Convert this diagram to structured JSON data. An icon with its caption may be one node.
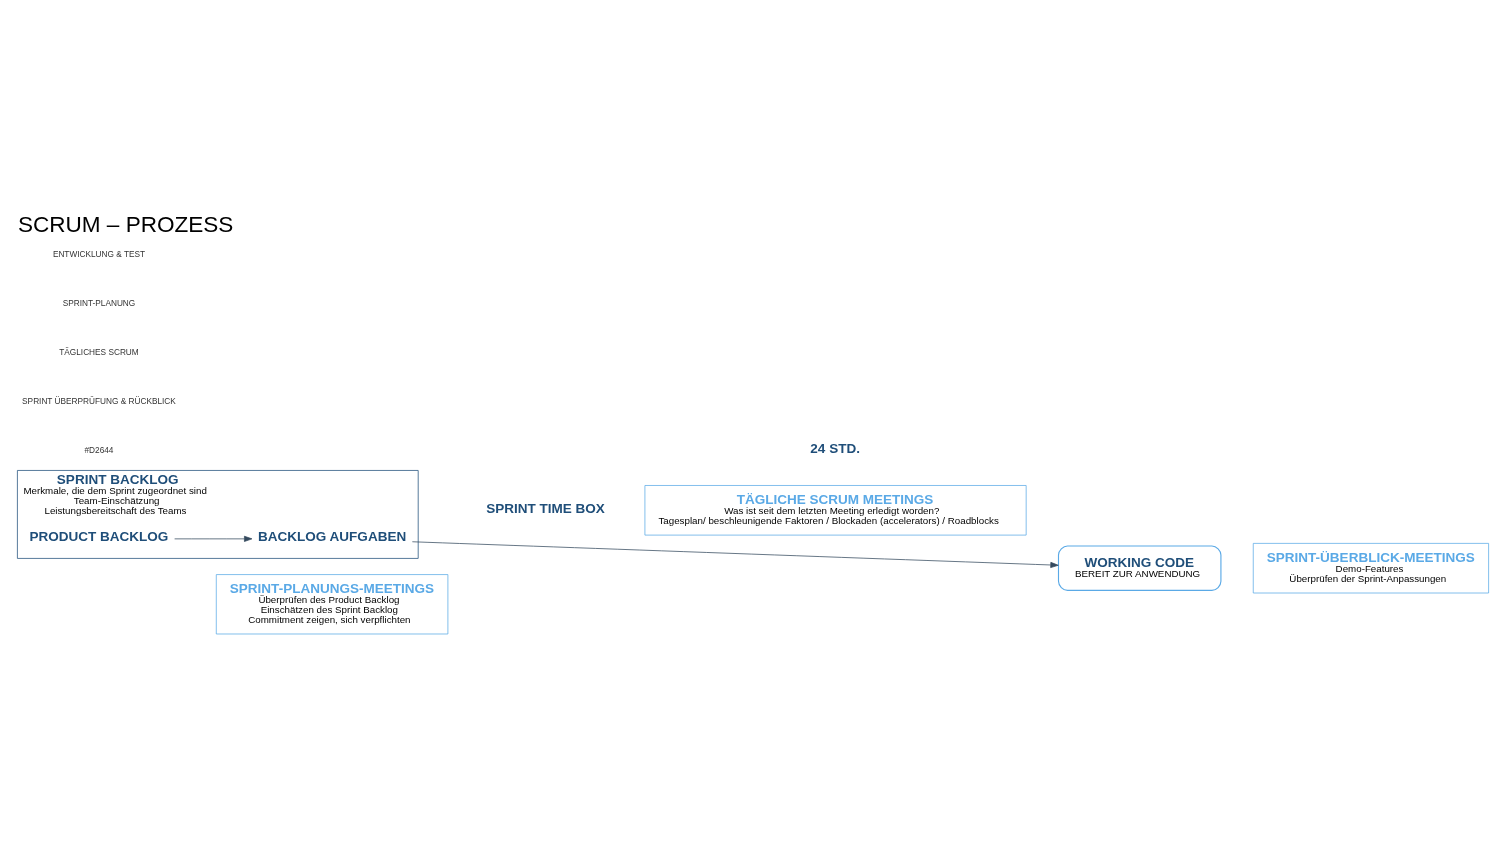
{
  "diagram": {
    "title": "SCRUM – PROZESS",
    "nodes": [
      {
        "text": [
          "SPRINT BACKLOG",
          "Merkmale, die dem Sprint zugeordnet sind",
          "Team-Einschätzung",
          "Leistungsbereitschaft des Teams"
        ]
      },
      {
        "text": [
          "PRODUCT BACKLOG"
        ],
        "in": 0
      },
      {
        "text": [
          "BACKLOG AUFGABEN"
        ],
        "in": 0
      },
      {
        "text": [
          "SPRINT TIME BOX"
        ]
      },
      {
        "text": [
          "24 STD."
        ]
      },
      {
        "text": [
          "WORKING CODE",
          "BEREIT ZUR ANWENDUNG"
        ]
      },
      {
        "text": [
          "SPRINT-PLANUNGS-MEETINGS",
          "Überprüfen des Product Backlog",
          "Einschätzen des Sprint Backlog",
          "Commitment zeigen, sich verpflichten"
        ]
      },
      {
        "text": [
          "TÄGLICHE SCRUM MEETINGS",
          "Was ist seit dem letzten Meeting erledigt worden?",
          "Tagesplan/ beschleunigende Faktoren / Blockaden (accelerators) / Roadblocks"
        ]
      },
      {
        "text": [
          "SPRINT-ÜBERBLICK-MEETINGS",
          "Demo-Features",
          "Überprüfen der Sprint-Anpassungen"
        ]
      }
    ],
    "edges": [
      {
        "from": 1,
        "to": 2,
        "arrow": "to"
      },
      {
        "from": 2,
        "to": 5,
        "arrow": "to"
      }
    ],
    "labels": [
      "#D2644",
      "SPRINT ÜBERPRÜFUNG & RÜCKBLICK",
      "TÄGLICHES SCRUM",
      "SPRINT-PLANUNG",
      "ENTWICKLUNG & TEST"
    ]
  }
}
